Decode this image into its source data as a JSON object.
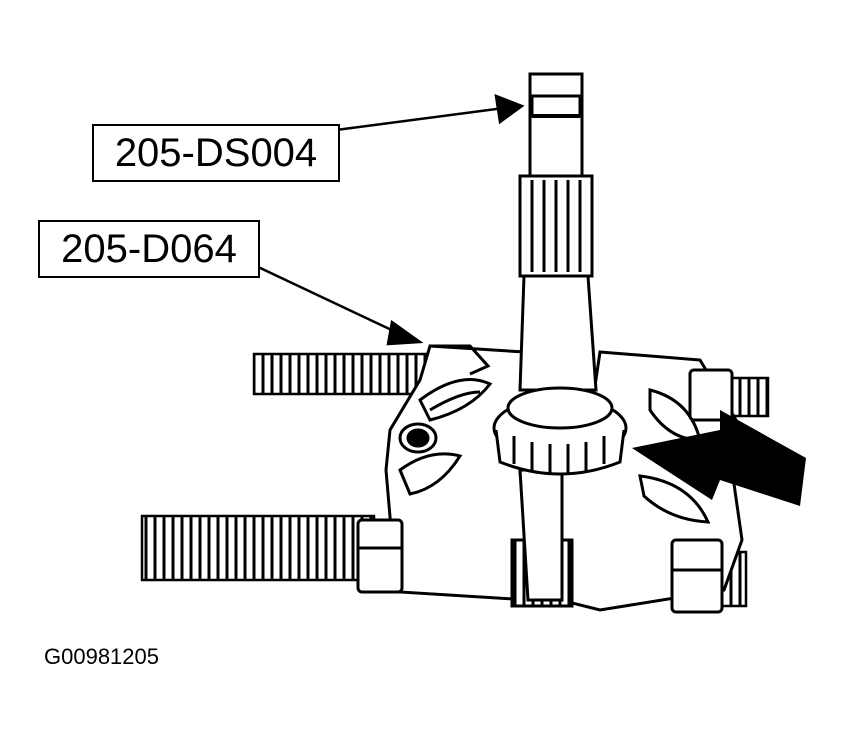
{
  "callouts": [
    {
      "label": "205-DS004"
    },
    {
      "label": "205-D064"
    }
  ],
  "figure_id": "G00981205",
  "colors": {
    "ink": "#000000",
    "paper": "#ffffff"
  }
}
